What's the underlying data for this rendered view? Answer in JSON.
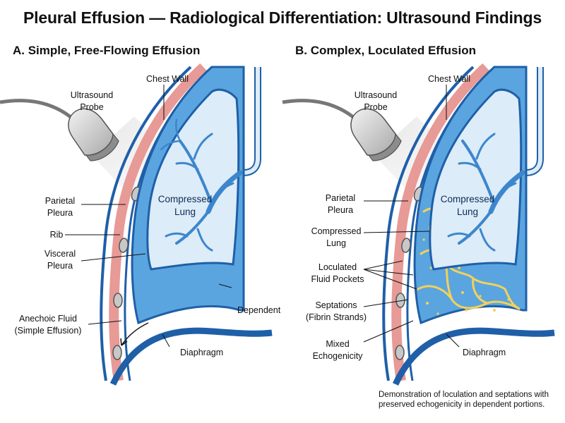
{
  "title": "Pleural Effusion — Radiological Differentiation: Ultrasound Findings",
  "panel_a": {
    "heading": "A. Simple, Free-Flowing Effusion",
    "labels": {
      "chest_wall": "Chest Wall",
      "probe_1": "Ultrasound",
      "probe_2": "Probe",
      "parietal_1": "Parietal",
      "parietal_2": "Pleura",
      "rib": "Rib",
      "visceral_1": "Visceral",
      "visceral_2": "Pleura",
      "lung_1": "Compressed",
      "lung_2": "Lung",
      "fluid_1": "Anechoic Fluid",
      "fluid_2": "(Simple Effusion)",
      "dependent": "Dependent",
      "diaphragm": "Diaphragm"
    }
  },
  "panel_b": {
    "heading": "B. Complex, Loculated Effusion",
    "labels": {
      "chest_wall": "Chest Wall",
      "probe_1": "Ultrasound",
      "probe_2": "Probe",
      "parietal_1": "Parietal",
      "parietal_2": "Pleura",
      "comp_1": "Compressed",
      "comp_2": "Lung",
      "lung_1": "Compressed",
      "lung_2": "Lung",
      "loc_1": "Loculated",
      "loc_2": "Fluid Pockets",
      "sep_1": "Septations",
      "sep_2": "(Fibrin Strands)",
      "mixed_1": "Mixed",
      "mixed_2": "Echogenicity",
      "diaphragm": "Diaphragm"
    }
  },
  "caption": "Demonstration of loculation and septations with preserved echogenicity in dependent portions.",
  "colors": {
    "outline": "#1f5fa8",
    "fluid": "#5aa5df",
    "lung": "#dcecf8",
    "bronchi": "#3d86cc",
    "muscle": "#e79a96",
    "rib": "#c8c8c8",
    "septa": "#f2d15a"
  }
}
